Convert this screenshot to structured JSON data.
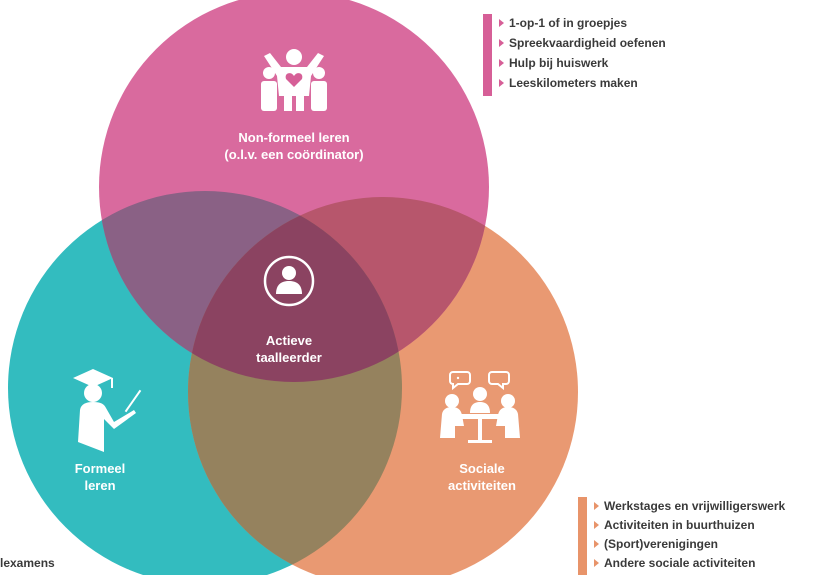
{
  "colors": {
    "non_formal": "#d65f97",
    "formal": "#33bcbf",
    "social": "#e8946a",
    "text": "#3a3a3a",
    "white": "#ffffff"
  },
  "circles": {
    "non_formal": {
      "line1": "Non-formeel leren",
      "line2": "(o.l.v. een coördinator)",
      "icon": "group-people-heart-icon"
    },
    "center": {
      "line1": "Actieve",
      "line2": "taalleerder",
      "icon": "person-icon"
    },
    "formal": {
      "line1": "Formeel",
      "line2": "leren",
      "icon": "graduate-teacher-icon"
    },
    "social": {
      "line1": "Sociale",
      "line2": "activiteiten",
      "icon": "people-conversation-table-icon"
    }
  },
  "non_formal_list": {
    "items": [
      "1-op-1 of in groepjes",
      "Spreekvaardigheid oefenen",
      "Hulp bij huiswerk",
      "Leeskilometers maken"
    ]
  },
  "social_list": {
    "items": [
      "Werkstages en vrijwilligerswerk",
      "Activiteiten in buurthuizen",
      "(Sport)verenigingen",
      "Andere sociale activiteiten"
    ]
  },
  "formal_fragment": "lexamens"
}
